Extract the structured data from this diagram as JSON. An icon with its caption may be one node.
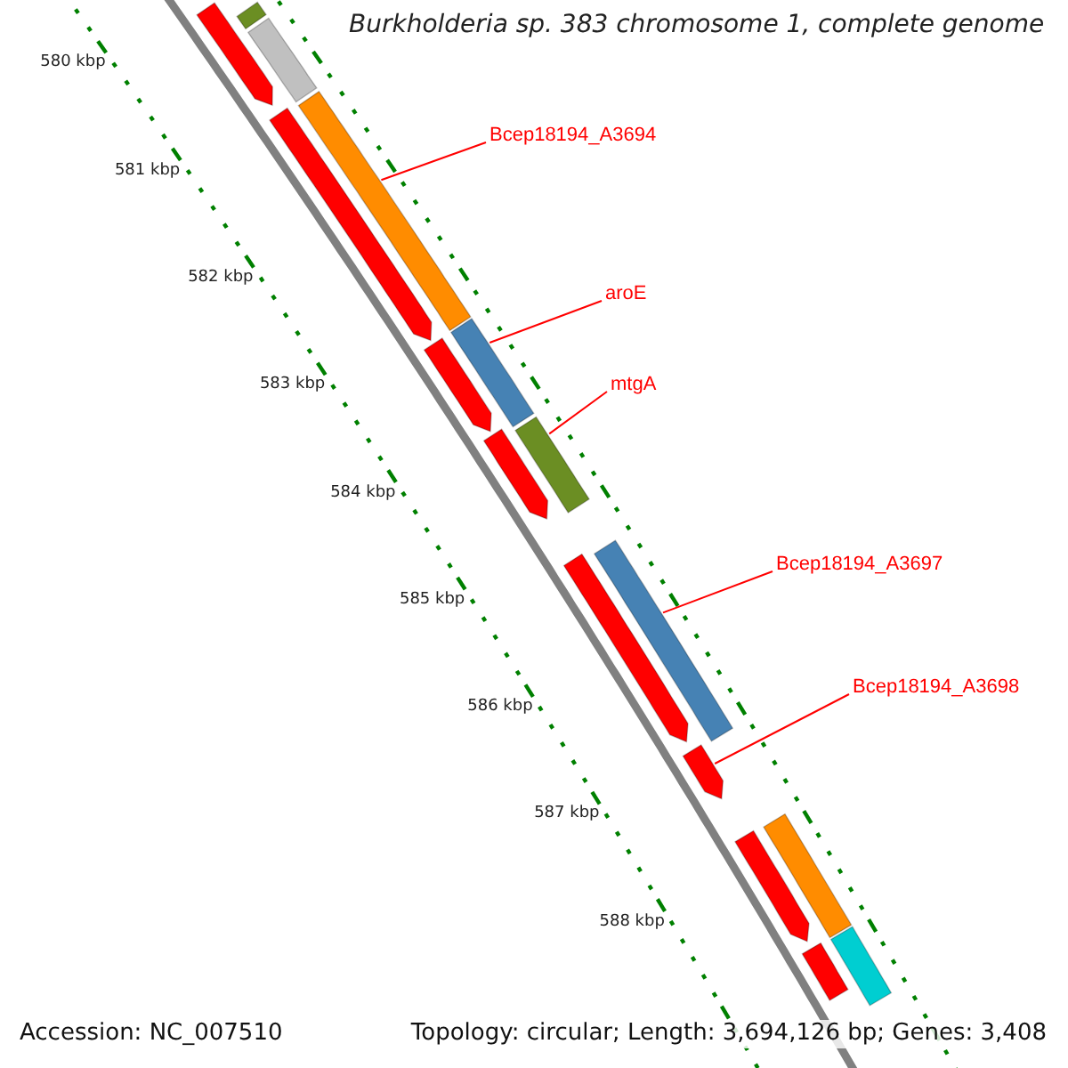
{
  "diagram": {
    "title": "Burkholderia sp. 383 chromosome 1, complete genome",
    "nodes": [
      {
        "text": [
          "Bcep18194_A3694"
        ]
      },
      {
        "text": [
          "aroE"
        ]
      },
      {
        "text": [
          "mtgA"
        ]
      },
      {
        "text": [
          "Bcep18194_A3697"
        ]
      },
      {
        "text": [
          "Bcep18194_A3698"
        ]
      },
      {
        "text": [],
        "shape": "bar"
      },
      {
        "text": [],
        "shape": "bar"
      },
      {
        "text": [],
        "shape": "bar"
      },
      {
        "text": [],
        "shape": "bar"
      },
      {
        "text": [],
        "shape": "bar"
      },
      {
        "text": [],
        "shape": "bar"
      },
      {
        "text": [],
        "shape": "bar"
      },
      {
        "text": [],
        "shape": "bar"
      },
      {
        "text": [],
        "shape": "bar"
      },
      {
        "text": [],
        "shape": "bar"
      },
      {
        "text": [],
        "shape": "bar"
      },
      {
        "text": [],
        "shape": "bar"
      },
      {
        "text": [],
        "shape": "bar"
      },
      {
        "text": [],
        "shape": "bar"
      },
      {
        "text": [],
        "shape": "bar"
      },
      {
        "text": [],
        "shape": "bar"
      }
    ],
    "edges": [
      {
        "from": 0,
        "to": 9,
        "arrow": "none"
      },
      {
        "from": 1,
        "to": 11,
        "arrow": "none"
      },
      {
        "from": 2,
        "to": 13,
        "arrow": "none"
      },
      {
        "from": 3,
        "to": 15,
        "arrow": "none"
      },
      {
        "from": 4,
        "to": 16,
        "arrow": "none"
      }
    ],
    "labels": [
      "580 kbp",
      "581 kbp",
      "582 kbp",
      "583 kbp",
      "584 kbp",
      "585 kbp",
      "586 kbp",
      "587 kbp",
      "588 kbp",
      "Accession: NC_007510",
      "Topology: circular; Length: 3,694,126 bp; Genes: 3,408"
    ]
  }
}
